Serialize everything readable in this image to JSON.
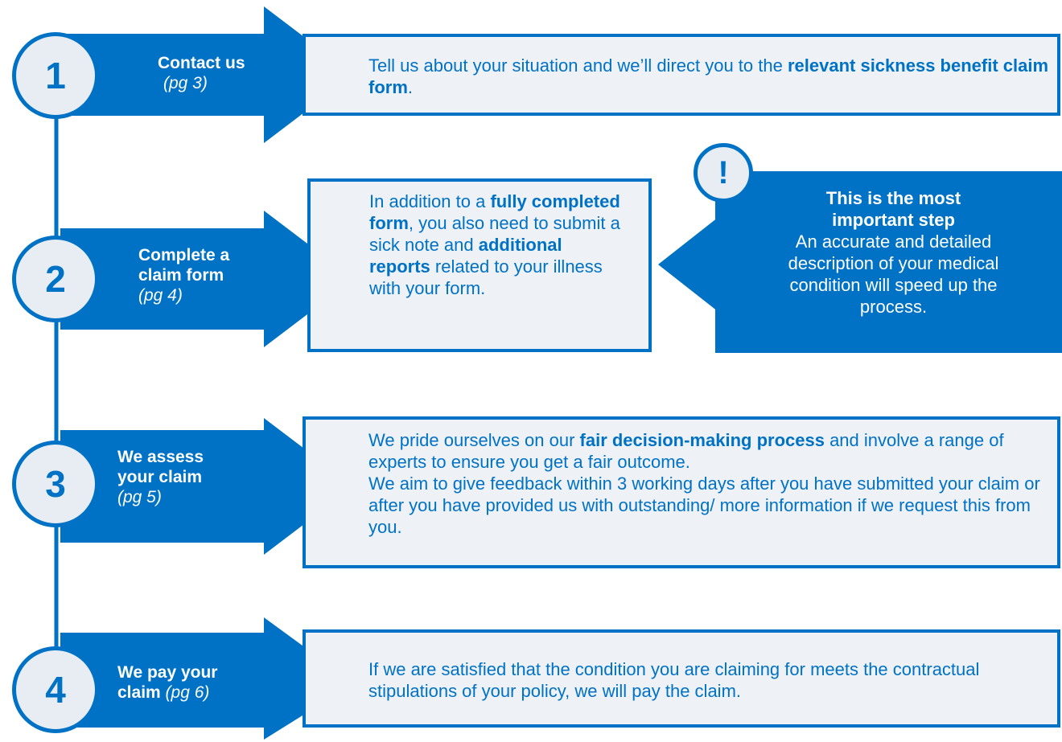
{
  "steps": [
    {
      "number": "1",
      "title": "Contact us",
      "page_ref": "(pg 3)",
      "description_parts": [
        {
          "text": "Tell us about your situation and we’ll direct you to the ",
          "bold": false
        },
        {
          "text": "relevant sickness benefit claim form",
          "bold": true
        },
        {
          "text": ".",
          "bold": false
        }
      ]
    },
    {
      "number": "2",
      "title": "Complete a claim form",
      "page_ref": "(pg 4)",
      "description_parts": [
        {
          "text": "In addition to a ",
          "bold": false
        },
        {
          "text": "fully completed form",
          "bold": true
        },
        {
          "text": ", you also need to submit a sick note and ",
          "bold": false
        },
        {
          "text": "additional reports",
          "bold": true
        },
        {
          "text": " related to your illness with your form.",
          "bold": false
        }
      ]
    },
    {
      "number": "3",
      "title": "We assess your claim",
      "page_ref": "(pg 5)",
      "description_parts": [
        {
          "text": "We pride ourselves on our ",
          "bold": false
        },
        {
          "text": "fair decision-making process",
          "bold": true
        },
        {
          "text": " and involve a range of experts to ensure you get a fair outcome.",
          "bold": false
        },
        {
          "text": "\n",
          "bold": false
        },
        {
          "text": "We aim to give feedback within 3 working days after you have submitted your claim or after you have provided us with outstanding/ more information if we request this from you.",
          "bold": false
        }
      ]
    },
    {
      "number": "4",
      "title": "We pay your claim",
      "page_ref": "(pg 6)",
      "description_parts": [
        {
          "text": "If we are satisfied that the condition you are claiming for meets the contractual stipulations of your policy, we will pay the claim.",
          "bold": false
        }
      ]
    }
  ],
  "important_note": {
    "icon": "!",
    "heading": "This is the most important step",
    "body": "An accurate and detailed description of your medical condition will speed up the process."
  },
  "colors": {
    "primary_blue": "#0072c6",
    "box_background": "#eef1f6",
    "circle_background": "#e8edf4"
  }
}
